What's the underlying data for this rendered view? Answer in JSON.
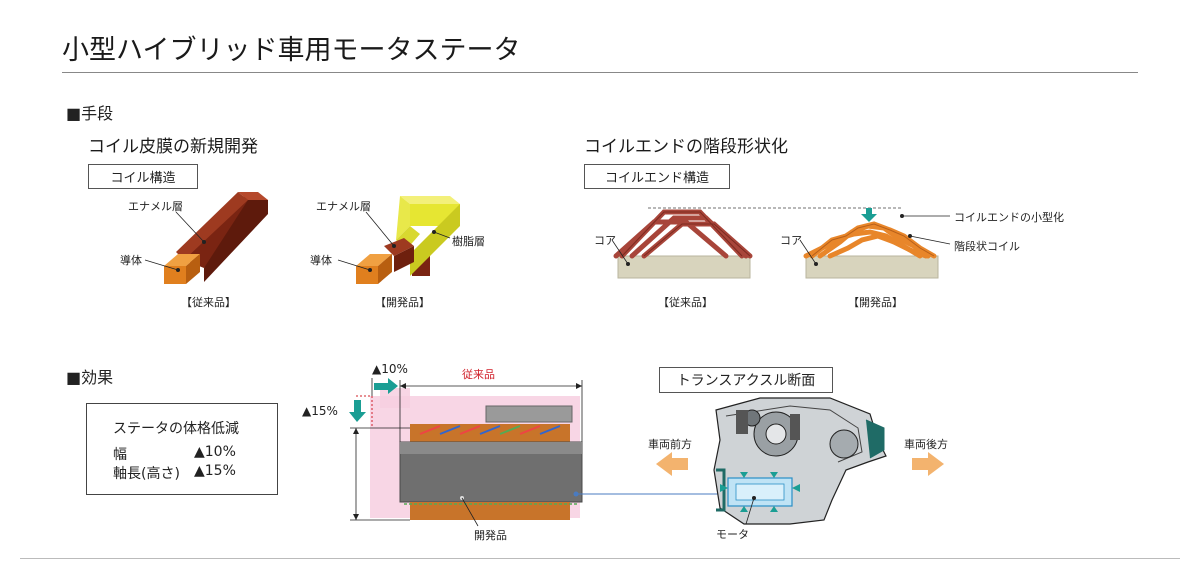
{
  "title": "小型ハイブリッド車用モータステータ",
  "method": {
    "heading": "■手段",
    "left": {
      "subtitle": "コイル皮膜の新規開発",
      "box_label": "コイル構造",
      "conventional": {
        "layer_label": "エナメル層",
        "conductor_label": "導体",
        "caption": "【従来品】"
      },
      "developed": {
        "layer_label": "エナメル層",
        "resin_label": "樹脂層",
        "conductor_label": "導体",
        "caption": "【開発品】"
      }
    },
    "right": {
      "subtitle": "コイルエンドの階段形状化",
      "box_label": "コイルエンド構造",
      "conventional": {
        "core_label": "コア",
        "caption": "【従来品】"
      },
      "developed": {
        "core_label": "コア",
        "caption": "【開発品】",
        "note_miniaturize": "コイルエンドの小型化",
        "note_stepped": "階段状コイル"
      }
    }
  },
  "effect": {
    "heading": "■効果",
    "box_title": "ステータの体格低減",
    "rows": [
      {
        "label": "幅",
        "value": "▲10%"
      },
      {
        "label": "軸長(高さ)",
        "value": "▲15%"
      }
    ],
    "stator": {
      "width_reduction": "▲10%",
      "height_reduction": "▲15%",
      "conventional_label": "従来品",
      "developed_label": "開発品"
    },
    "transaxle": {
      "box_label": "トランスアクスル断面",
      "front_label": "車両前方",
      "rear_label": "車両後方",
      "motor_label": "モータ"
    }
  },
  "colors": {
    "enamel": "#8e2d17",
    "conductor": "#e48a25",
    "resin": "#e6e632",
    "core": "#d8d4bd",
    "coil_conv": "#a8453a",
    "coil_dev": "#e8862a",
    "teal_arrow": "#1a9e94",
    "orange_arrow": "#f3b36e",
    "pink": "#f7cfe0",
    "red_label": "#d0202a"
  },
  "icons": [
    "teal-right-arrow-icon",
    "teal-down-arrow-icon",
    "orange-left-arrow-icon",
    "orange-right-arrow-icon"
  ]
}
